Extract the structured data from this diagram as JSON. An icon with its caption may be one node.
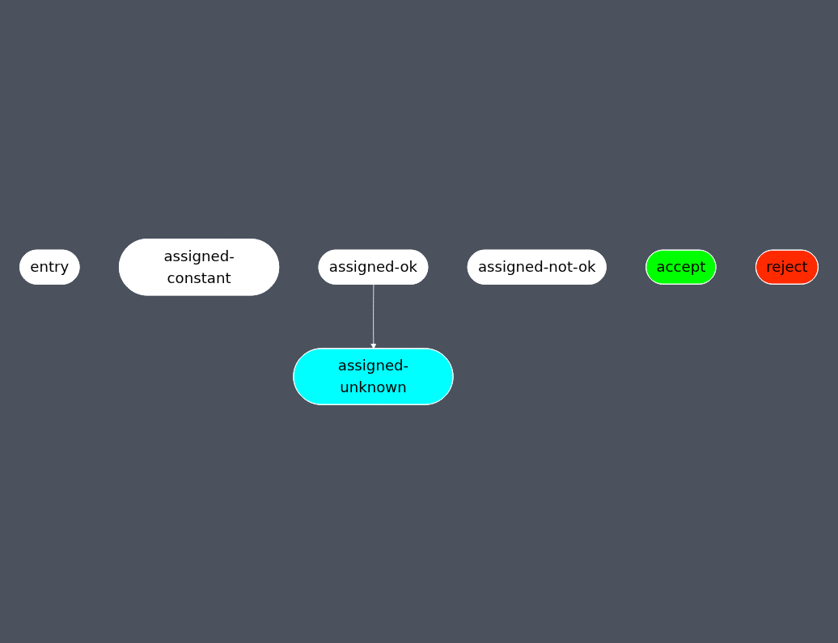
{
  "diagram": {
    "nodes": [
      {
        "text": [
          "entry"
        ]
      },
      {
        "text": [
          "assigned-constant"
        ]
      },
      {
        "text": [
          "assigned-unknown"
        ]
      },
      {
        "text": [
          "assigned-ok"
        ]
      },
      {
        "text": [
          "assigned-not-ok"
        ]
      },
      {
        "text": [
          "accept"
        ]
      },
      {
        "text": [
          "reject"
        ]
      }
    ],
    "edges": [
      {
        "from": 3,
        "to": 2,
        "arrow": "to",
        "color": "#ffffff"
      }
    ]
  }
}
